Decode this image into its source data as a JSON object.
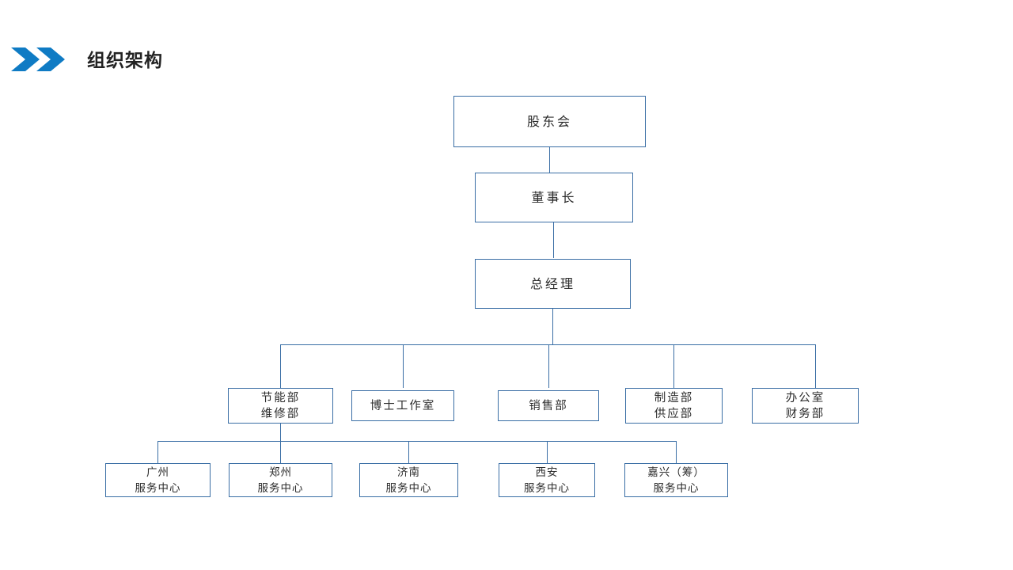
{
  "header": {
    "title": "组织架构",
    "icon": "double-chevron-right-icon",
    "accent_color": "#0f7bc4",
    "title_color": "#232323"
  },
  "theme": {
    "line_color": "#3a6ea5",
    "box_border_color": "#3a6ea5",
    "box_fill": "#ffffff",
    "background": "#ffffff",
    "text_color": "#2b2b2b"
  },
  "chart_data": {
    "type": "org-chart",
    "title": "组织架构",
    "orientation": "top-down",
    "levels": [
      {
        "level": 1,
        "nodes": [
          {
            "id": "shareholders",
            "lines": [
              "股东会"
            ]
          }
        ]
      },
      {
        "level": 2,
        "nodes": [
          {
            "id": "chairman",
            "lines": [
              "董事长"
            ]
          }
        ]
      },
      {
        "level": 3,
        "nodes": [
          {
            "id": "general-manager",
            "lines": [
              "总经理"
            ]
          }
        ]
      },
      {
        "level": 4,
        "nodes": [
          {
            "id": "energy-maintenance",
            "lines": [
              "节能部",
              "维修部"
            ]
          },
          {
            "id": "doctoral-studio",
            "lines": [
              "博士工作室"
            ]
          },
          {
            "id": "sales",
            "lines": [
              "销售部"
            ]
          },
          {
            "id": "manufacturing-supply",
            "lines": [
              "制造部",
              "供应部"
            ]
          },
          {
            "id": "office-finance",
            "lines": [
              "办公室",
              "财务部"
            ]
          }
        ]
      },
      {
        "level": 5,
        "nodes": [
          {
            "id": "guangzhou",
            "lines": [
              "广州",
              "服务中心"
            ]
          },
          {
            "id": "zhengzhou",
            "lines": [
              "郑州",
              "服务中心"
            ]
          },
          {
            "id": "jinan",
            "lines": [
              "济南",
              "服务中心"
            ]
          },
          {
            "id": "xian",
            "lines": [
              "西安",
              "服务中心"
            ]
          },
          {
            "id": "jiaxing",
            "lines": [
              "嘉兴（筹）",
              "服务中心"
            ]
          }
        ]
      }
    ],
    "edges": [
      {
        "from": "shareholders",
        "to": "chairman"
      },
      {
        "from": "chairman",
        "to": "general-manager"
      },
      {
        "from": "general-manager",
        "to": "energy-maintenance"
      },
      {
        "from": "general-manager",
        "to": "doctoral-studio"
      },
      {
        "from": "general-manager",
        "to": "sales"
      },
      {
        "from": "general-manager",
        "to": "manufacturing-supply"
      },
      {
        "from": "general-manager",
        "to": "office-finance"
      },
      {
        "from": "energy-maintenance",
        "to": "guangzhou"
      },
      {
        "from": "energy-maintenance",
        "to": "zhengzhou"
      },
      {
        "from": "energy-maintenance",
        "to": "jinan"
      },
      {
        "from": "energy-maintenance",
        "to": "xian"
      },
      {
        "from": "energy-maintenance",
        "to": "jiaxing"
      }
    ]
  },
  "nodes": {
    "shareholders": {
      "l1": "股东会",
      "l2": ""
    },
    "chairman": {
      "l1": "董事长",
      "l2": ""
    },
    "general_manager": {
      "l1": "总经理",
      "l2": ""
    },
    "energy_maintenance": {
      "l1": "节能部",
      "l2": "维修部"
    },
    "doctoral_studio": {
      "l1": "博士工作室",
      "l2": ""
    },
    "sales": {
      "l1": "销售部",
      "l2": ""
    },
    "manufacturing_supply": {
      "l1": "制造部",
      "l2": "供应部"
    },
    "office_finance": {
      "l1": "办公室",
      "l2": "财务部"
    },
    "guangzhou": {
      "l1": "广州",
      "l2": "服务中心"
    },
    "zhengzhou": {
      "l1": "郑州",
      "l2": "服务中心"
    },
    "jinan": {
      "l1": "济南",
      "l2": "服务中心"
    },
    "xian": {
      "l1": "西安",
      "l2": "服务中心"
    },
    "jiaxing": {
      "l1": "嘉兴（筹）",
      "l2": "服务中心"
    }
  }
}
